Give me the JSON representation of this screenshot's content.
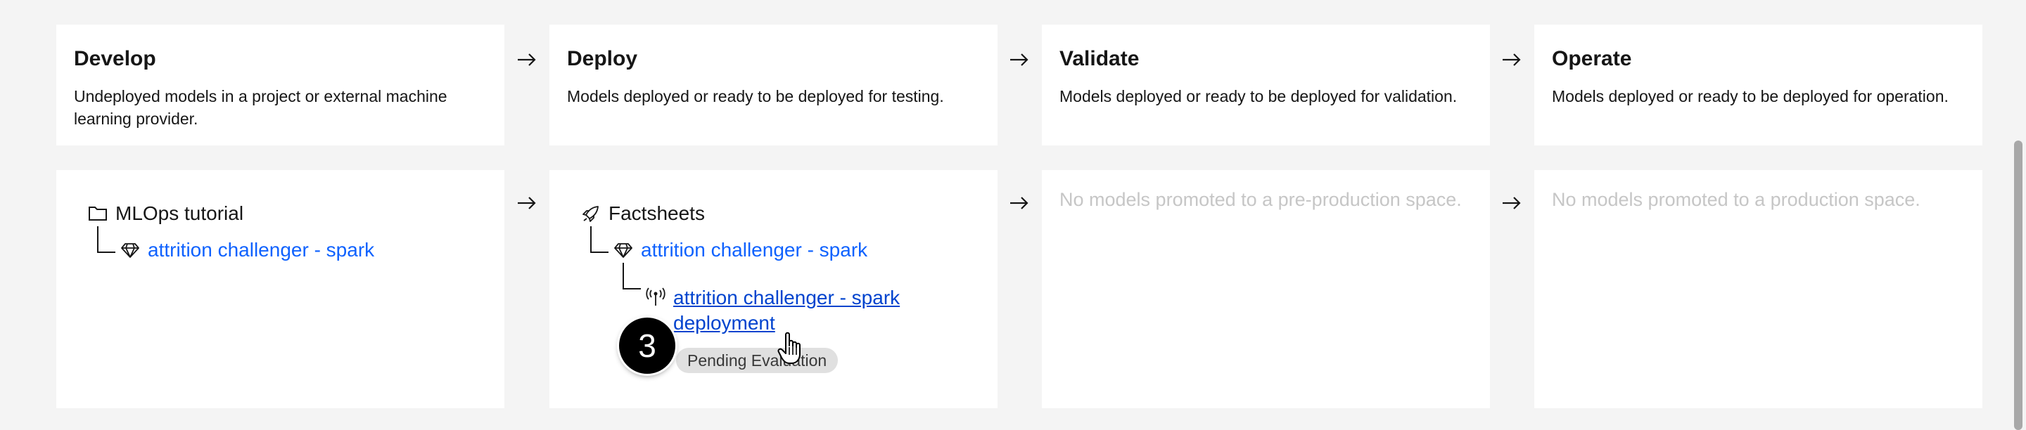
{
  "stages": [
    {
      "title": "Develop",
      "description": "Undeployed models in a project or external machine learning provider."
    },
    {
      "title": "Deploy",
      "description": "Models deployed or ready to be deployed for testing."
    },
    {
      "title": "Validate",
      "description": "Models deployed or ready to be deployed for validation."
    },
    {
      "title": "Operate",
      "description": "Models deployed or ready to be deployed for operation."
    }
  ],
  "develop": {
    "project_name": "MLOps tutorial",
    "model_name": "attrition challenger - spark"
  },
  "deploy": {
    "space_name": "Factsheets",
    "model_name": "attrition challenger - spark",
    "deployment_name_line1": "attrition challenger - spark",
    "deployment_name_line2": "deployment",
    "status_badge": "Pending Evaluation"
  },
  "validate": {
    "empty_message": "No models promoted to a pre-production space."
  },
  "operate": {
    "empty_message": "No models promoted to a production space."
  },
  "step_marker": "3",
  "colors": {
    "background": "#f4f4f4",
    "card": "#ffffff",
    "link": "#0f62fe",
    "visited_link": "#0043ce",
    "placeholder_text": "#c6c6c6",
    "badge": "#e0e0e0"
  },
  "icons": [
    "folder-icon",
    "model-diamond-icon",
    "rocket-icon",
    "deployment-antenna-icon",
    "arrow-right-icon",
    "hand-pointer-cursor-icon"
  ]
}
